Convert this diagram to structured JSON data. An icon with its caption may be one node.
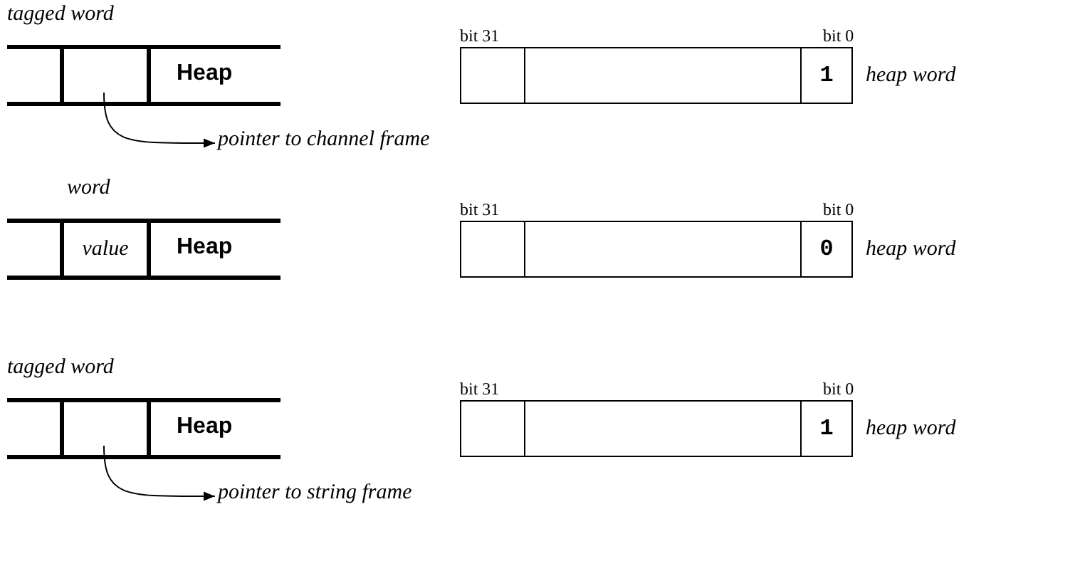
{
  "diagram": {
    "nodes": [
      {
        "text": [
          "tagged word"
        ]
      },
      {
        "text": [
          "pointer to channel frame"
        ]
      },
      {
        "text": [],
        "shape": "box",
        "beside": [
          "heap word"
        ]
      },
      {
        "text": [],
        "shape": "box",
        "in": 2,
        "beside": [
          "bit 31"
        ]
      },
      {
        "text": [
          "1"
        ],
        "in": 2,
        "beside": [
          "bit 0"
        ]
      },
      {
        "text": [
          "word",
          "value"
        ]
      },
      {
        "text": [],
        "shape": "box",
        "beside": [
          "heap word"
        ]
      },
      {
        "text": [],
        "shape": "box",
        "in": 6,
        "beside": [
          "bit 31"
        ]
      },
      {
        "text": [
          "0"
        ],
        "in": 6,
        "beside": [
          "bit 0"
        ]
      },
      {
        "text": [
          "tagged word"
        ]
      },
      {
        "text": [],
        "shape": "box",
        "beside": [
          "heap word"
        ]
      },
      {
        "text": [],
        "shape": "box",
        "in": 10,
        "beside": [
          "bit 31"
        ]
      },
      {
        "text": [
          "1"
        ],
        "in": 10,
        "beside": [
          "bit 0"
        ]
      },
      {
        "text": [
          "pointer to string frame"
        ]
      }
    ],
    "edges": [
      {
        "from": 0,
        "to": 1,
        "arrow": "to"
      },
      {
        "from": 9,
        "to": 13,
        "arrow": "to"
      }
    ],
    "labels": [
      "Heap",
      "Heap",
      "Heap"
    ]
  }
}
